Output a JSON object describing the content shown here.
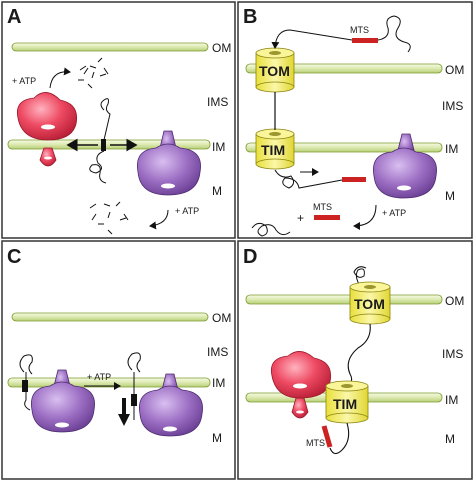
{
  "panels": [
    {
      "letter": "A",
      "membranes": [
        "OM",
        "IMS",
        "IM",
        "M"
      ],
      "annotations": [
        "+ ATP",
        "+ ATP"
      ]
    },
    {
      "letter": "B",
      "membranes": [
        "OM",
        "IMS",
        "IM",
        "M"
      ],
      "proteins": [
        "TOM",
        "TIM"
      ],
      "annotations": [
        "MTS",
        "MTS",
        "+",
        "+ ATP"
      ]
    },
    {
      "letter": "C",
      "membranes": [
        "OM",
        "IMS",
        "IM",
        "M"
      ],
      "annotations": [
        "+ ATP"
      ]
    },
    {
      "letter": "D",
      "membranes": [
        "OM",
        "IMS",
        "IM",
        "M"
      ],
      "proteins": [
        "TOM",
        "TIM"
      ],
      "annotations": [
        "MTS"
      ]
    }
  ],
  "colors": {
    "membrane_fill": "#e4efbf",
    "membrane_stroke": "#7c9a2e",
    "tom_tim_fill": "#f7f07a",
    "tom_tim_stroke": "#8a8410",
    "hsp60_fill": "#e8475f",
    "mhsp70_fill": "#9d6fc4",
    "mts_red": "#cc2222"
  }
}
